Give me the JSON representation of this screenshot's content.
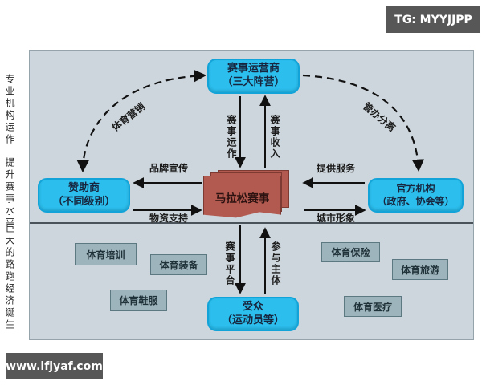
{
  "watermarks": {
    "telegram": "TG: MYYJJPP",
    "website": "www.lfjyaf.com"
  },
  "side_notes": {
    "line1": "专业机构运作",
    "line2": "提升赛事水平",
    "line3": "巨大的路跑经济诞生"
  },
  "diagram": {
    "nodes": {
      "operator": {
        "line1": "赛事运营商",
        "line2": "（三大阵营）"
      },
      "sponsor": {
        "line1": "赞助商",
        "line2": "（不同级别）"
      },
      "official": {
        "line1": "官方机构",
        "line2": "（政府、协会等）"
      },
      "event": {
        "label": "马拉松赛事"
      },
      "audience": {
        "line1": "受众",
        "line2": "（运动员等）"
      }
    },
    "edge_labels": {
      "sports_marketing": "体育营销",
      "regulation_separation": "管办分离",
      "event_operation": "赛事运作",
      "event_income": "赛事收入",
      "brand_promotion": "品牌宣传",
      "material_support": "物资支持",
      "provide_services": "提供服务",
      "city_image": "城市形象",
      "event_platform": "赛事平台",
      "participants": "参与主体"
    },
    "industries": [
      "体育培训",
      "体育装备",
      "体育鞋服",
      "体育保险",
      "体育旅游",
      "体育医疗"
    ]
  },
  "colors": {
    "node_fill": "#2cbfee",
    "node_border": "#12a3d8",
    "event_fill": "#b25a50",
    "industry_fill": "#9db4bc",
    "panel_bg": "#cdd6dc",
    "badge_bg": "#575757",
    "arrow": "#111111"
  }
}
